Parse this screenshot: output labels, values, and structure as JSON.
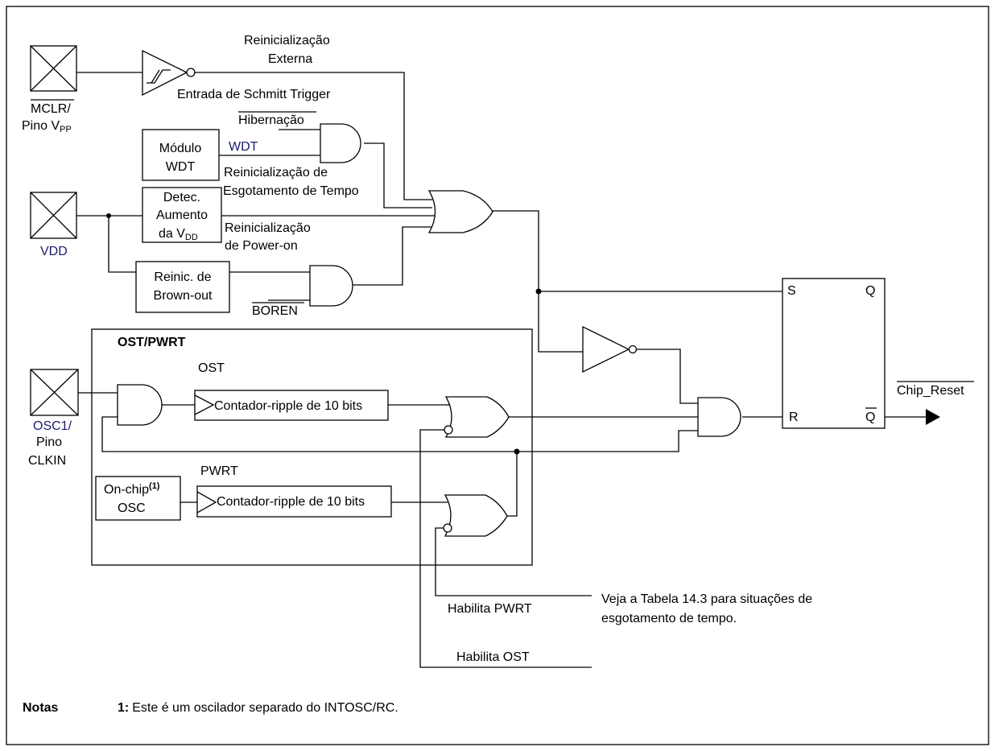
{
  "pins": {
    "mclr": {
      "line1": "MCLR/",
      "line2_main": "Pino V",
      "line2_sub": "PP"
    },
    "vdd": {
      "label": "VDD"
    },
    "osc1": {
      "line1": "OSC1/",
      "line2": "Pino",
      "line3": "CLKIN"
    }
  },
  "signals": {
    "ext_reset_1": "Reinicialização",
    "ext_reset_2": "Externa",
    "schmitt": "Entrada de Schmitt Trigger",
    "hibernacao": "Hibernação",
    "wdt": "WDT",
    "wdt_timeout_1": "Reinicialização de",
    "wdt_timeout_2": "Esgotamento de Tempo",
    "por_1": "Reinicialização",
    "por_2": "de Power-on",
    "boren": "BOREN",
    "chip_reset": "Chip_Reset",
    "habilita_pwrt": "Habilita PWRT",
    "habilita_ost": "Habilita OST"
  },
  "blocks": {
    "wdt_module": {
      "line1": "Módulo",
      "line2": "WDT"
    },
    "vdd_rise": {
      "line1": "Detec.",
      "line2": "Aumento",
      "line3_main": "da V",
      "line3_sub": "DD"
    },
    "brownout": {
      "line1": "Reinic. de",
      "line2": "Brown-out"
    },
    "ost_pwrt": {
      "title": "OST/PWRT",
      "ost_label": "OST",
      "pwrt_label": "PWRT"
    },
    "ost_counter": "Contador-ripple de 10 bits",
    "pwrt_counter": "Contador-ripple de 10 bits",
    "onchip_osc": {
      "line1": "On-chip",
      "sup": "(1)",
      "line2": "OSC"
    },
    "flipflop": {
      "s": "S",
      "r": "R",
      "q": "Q",
      "qbar": "Q"
    }
  },
  "annotation": {
    "line1": "Veja a Tabela 14.3 para situações de",
    "line2": "esgotamento de tempo."
  },
  "notes": {
    "heading": "Notas",
    "item_num": "1:",
    "item_text": "Este é um oscilador separado do INTOSC/RC."
  },
  "colors": {
    "ink": "#000000",
    "label_blue": "#1a1a6e"
  }
}
